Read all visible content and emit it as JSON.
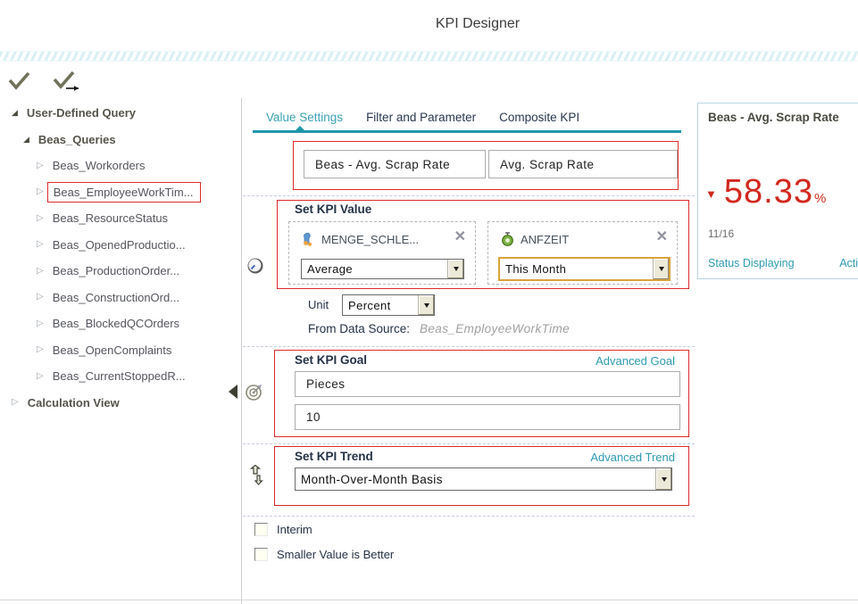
{
  "app": {
    "title": "KPI Designer"
  },
  "icons": {
    "tree_expanded": "◢",
    "tree_collapsed": "▷",
    "remove": "✕"
  },
  "colors": {
    "accent_teal": "#1f97aa",
    "annotation_red": "#dd2b2b",
    "kpi_value_red": "#d2281e",
    "focus_gold": "#d8a33c"
  },
  "tree": {
    "root": {
      "label": "User-Defined Query"
    },
    "group": {
      "label": "Beas_Queries"
    },
    "items": [
      {
        "label": "Beas_Workorders",
        "selected": false
      },
      {
        "label": "Beas_EmployeeWorkTim...",
        "selected": true
      },
      {
        "label": "Beas_ResourceStatus",
        "selected": false
      },
      {
        "label": "Beas_OpenedProductio...",
        "selected": false
      },
      {
        "label": "Beas_ProductionOrder...",
        "selected": false
      },
      {
        "label": "Beas_ConstructionOrd...",
        "selected": false
      },
      {
        "label": "Beas_BlockedQCOrders",
        "selected": false
      },
      {
        "label": "Beas_OpenComplaints",
        "selected": false
      },
      {
        "label": "Beas_CurrentStoppedR...",
        "selected": false
      }
    ],
    "footer": {
      "label": "Calculation View"
    }
  },
  "tabs": [
    {
      "label": "Value Settings",
      "active": true
    },
    {
      "label": "Filter and Parameter",
      "active": false
    },
    {
      "label": "Composite KPI",
      "active": false
    }
  ],
  "name_fields": {
    "kpi_name": "Beas - Avg. Scrap Rate",
    "kpi_short_name": "Avg. Scrap Rate"
  },
  "kpi_value": {
    "heading": "Set KPI Value",
    "measure": {
      "field": "MENGE_SCHLE...",
      "aggregation": "Average"
    },
    "time": {
      "field": "ANFZEIT",
      "period": "This Month"
    },
    "unit_label": "Unit",
    "unit_value": "Percent",
    "data_source_label": "From Data Source:",
    "data_source_value": "Beas_EmployeeWorkTime"
  },
  "kpi_goal": {
    "heading": "Set KPI Goal",
    "link": "Advanced Goal",
    "goal_type": "Pieces",
    "goal_value": "10"
  },
  "kpi_trend": {
    "heading": "Set KPI Trend",
    "link": "Advanced Trend",
    "basis": "Month-Over-Month Basis"
  },
  "options": [
    {
      "label": "Interim",
      "checked": false
    },
    {
      "label": "Smaller Value is Better",
      "checked": false
    }
  ],
  "preview": {
    "title": "Beas - Avg. Scrap Rate",
    "trend_arrow": "▼",
    "value": "58.33",
    "unit": "%",
    "date": "11/16",
    "compare": "-",
    "status_link": "Status Displaying",
    "action_link": "Actio"
  }
}
